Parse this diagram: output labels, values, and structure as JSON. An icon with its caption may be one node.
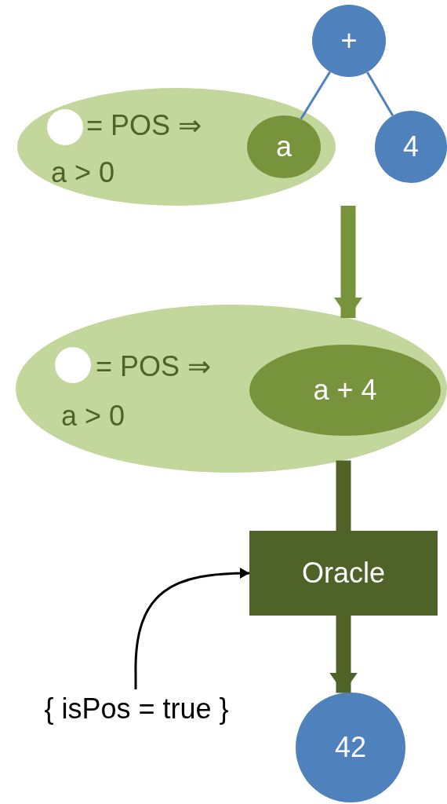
{
  "diagram": {
    "nodes": [
      {
        "text": [
          "= POS ⇒",
          "a > 0"
        ]
      },
      {
        "text": [],
        "shape": "circle",
        "in": 0
      },
      {
        "text": [
          "a"
        ],
        "in": 0
      },
      {
        "text": [
          "+"
        ]
      },
      {
        "text": [
          "4"
        ]
      },
      {
        "text": [
          "= POS ⇒",
          "a > 0"
        ]
      },
      {
        "text": [],
        "shape": "circle",
        "in": 5
      },
      {
        "text": [
          "a + 4"
        ],
        "in": 5
      },
      {
        "text": [
          "Oracle"
        ]
      },
      {
        "text": [
          "{ isPos = true }"
        ]
      },
      {
        "text": [
          "42"
        ]
      }
    ],
    "edges": [
      {
        "from": 3,
        "to": 2,
        "arrow": "none",
        "color": "#4f81bd"
      },
      {
        "from": 3,
        "to": 4,
        "arrow": "none",
        "color": "#4f81bd"
      },
      {
        "from": 0,
        "to": 5,
        "arrow": "to",
        "style": "thick",
        "color": "#77933c"
      },
      {
        "from": 5,
        "to": 8,
        "arrow": "none",
        "style": "thick",
        "color": "#4f6228"
      },
      {
        "from": 8,
        "to": 10,
        "arrow": "to",
        "style": "thick",
        "color": "#4f6228"
      },
      {
        "from": 9,
        "to": 8,
        "arrow": "to",
        "color": "#000000"
      }
    ]
  }
}
